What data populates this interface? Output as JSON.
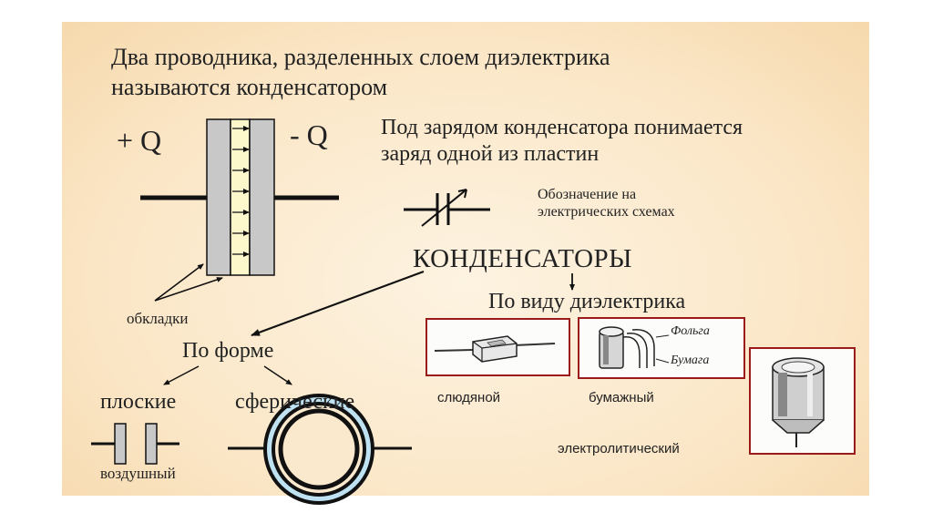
{
  "heading": {
    "line1": "Два проводника, разделенных слоем диэлектрика",
    "line2": "называются конденсатором"
  },
  "plus_q": "+ Q",
  "minus_q": "- Q",
  "charge_note": {
    "line1": "Под зарядом конденсатора понимается",
    "line2": "заряд одной из пластин"
  },
  "symbol_note": {
    "line1": "Обозначение на",
    "line2": "электрических схемах"
  },
  "plates_label": "обкладки",
  "center_title": "КОНДЕНСАТОРЫ",
  "by_dielectric": "По виду диэлектрика",
  "by_shape": "По форме",
  "flat": "плоские",
  "spherical": "сферические",
  "air": "воздушный",
  "types": {
    "mica": "слюдяной",
    "paper": "бумажный",
    "electrolytic": "электролитический"
  },
  "paper_parts": {
    "foil": "Фольга",
    "paper": "Бумага"
  },
  "colors": {
    "background": "#fbe7c8",
    "plate": "#c8c8c8",
    "dielectric": "#fdf7cc",
    "photo_frame": "#9b1b1b",
    "sphere_ring": "#bfe2f2"
  }
}
